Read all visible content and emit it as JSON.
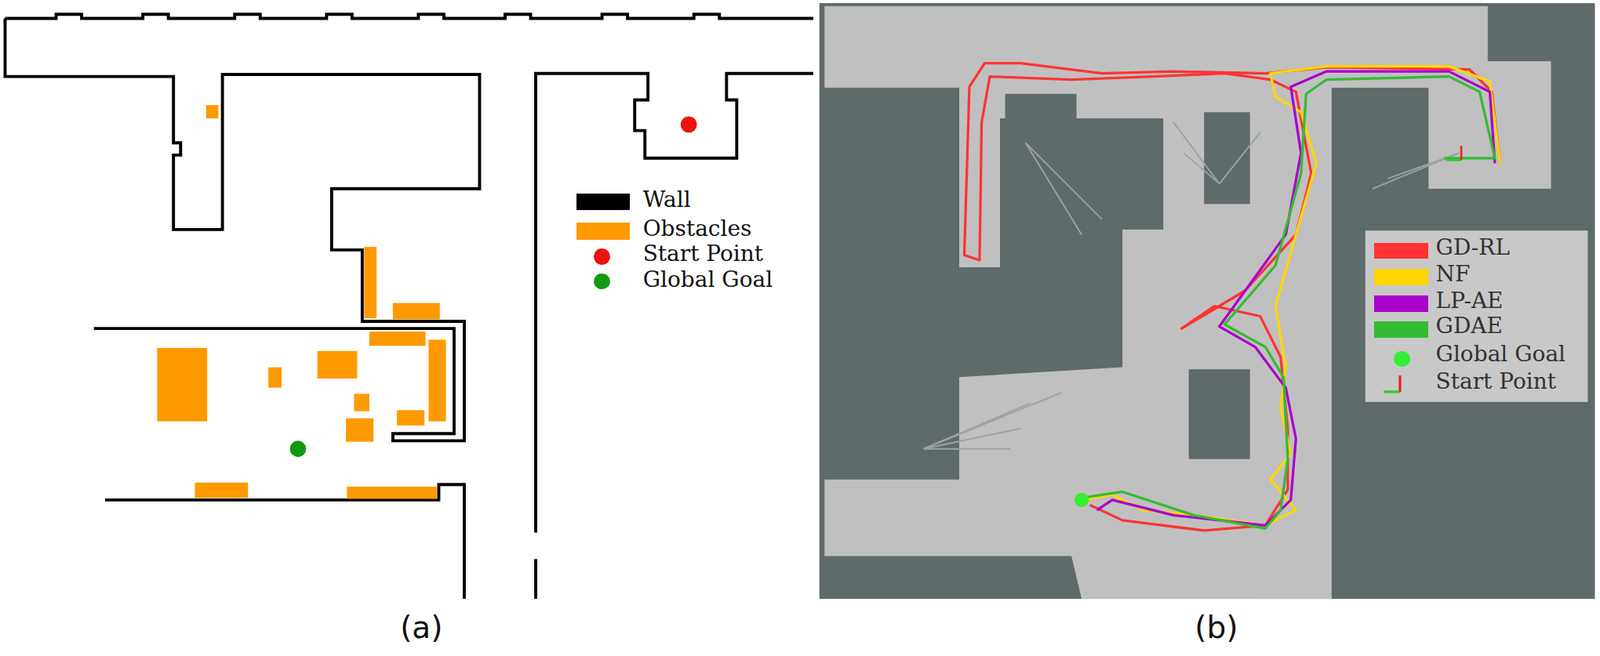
{
  "diagram": {
    "labels": [
      "(a)",
      "(b)"
    ],
    "legend": [
      {
        "text": "Wall",
        "color": "#000000"
      },
      {
        "text": "Obstacles",
        "color": "#ff9900"
      },
      {
        "text": "Start Point",
        "color": "#ee1111"
      },
      {
        "text": "Global Goal",
        "color": "#119911"
      },
      {
        "text": "GD-RL",
        "color": "#ff3333"
      },
      {
        "text": "NF",
        "color": "#ffd700"
      },
      {
        "text": "LP-AE",
        "color": "#aa00cc"
      },
      {
        "text": "GDAE",
        "color": "#33bb33"
      },
      {
        "text": "Global Goal",
        "color": "#33ee33"
      },
      {
        "text": "Start Point"
      }
    ]
  }
}
